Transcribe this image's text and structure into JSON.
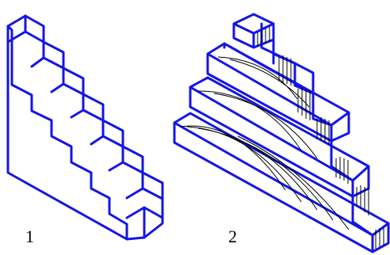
{
  "figures": [
    {
      "label": "1",
      "icon": "solid-stair-stringer"
    },
    {
      "label": "2",
      "icon": "stacked-timber-stair"
    }
  ],
  "colors": {
    "edge": "#1414e6",
    "grain": "#000000",
    "label": "#000000",
    "background": "#ffffff"
  }
}
